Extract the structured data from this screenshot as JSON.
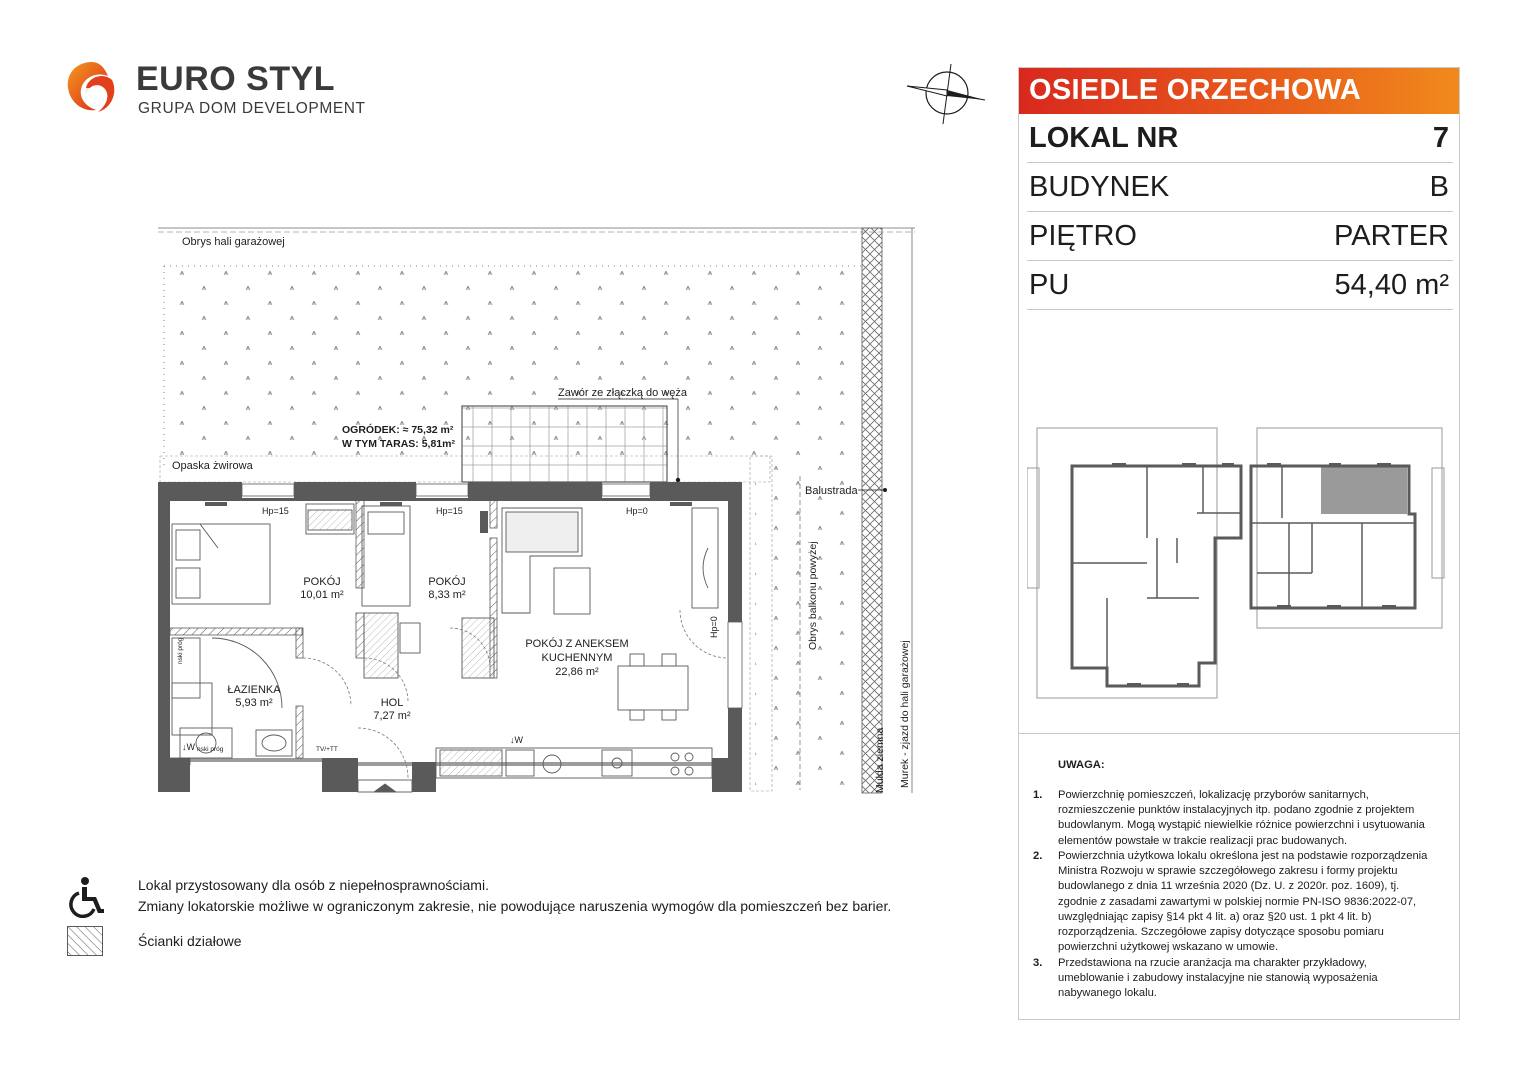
{
  "brand": {
    "name": "EURO STYL",
    "subtitle": "GRUPA DOM DEVELOPMENT"
  },
  "colors": {
    "banner_start": "#d8281e",
    "banner_end": "#f08a1c",
    "wall": "#5a5a5a",
    "highlight_unit": "#9a9a9a"
  },
  "info": {
    "project": "OSIEDLE ORZECHOWA",
    "rows": [
      {
        "label": "LOKAL NR",
        "value": "7"
      },
      {
        "label": "BUDYNEK",
        "value": "B"
      },
      {
        "label": "PIĘTRO",
        "value": "PARTER"
      },
      {
        "label": "PU",
        "value": "54,40 m²"
      }
    ]
  },
  "notes": {
    "heading": "UWAGA:",
    "items": [
      {
        "num": "1.",
        "lines": [
          "Powierzchnię pomieszczeń, lokalizację przyborów sanitarnych,",
          "rozmieszczenie punktów instalacyjnych itp. podano zgodnie z projektem",
          "budowlanym. Mogą wystąpić niewielkie różnice powierzchni i usytuowania",
          "elementów powstałe w trakcie realizacji prac budowanych."
        ]
      },
      {
        "num": "2.",
        "lines": [
          "Powierzchnia użytkowa lokalu określona jest na podstawie rozporządzenia",
          "Ministra Rozwoju w sprawie szczegółowego zakresu i formy projektu",
          "budowlanego z dnia 11 września 2020 (Dz. U. z 2020r. poz. 1609), tj.",
          "zgodnie z zasadami zawartymi w polskiej normie PN-ISO 9836:2022-07,",
          "uwzględniając zapisy §14 pkt 4 lit. a) oraz §20 ust. 1 pkt 4 lit. b)",
          "rozporządzenia. Szczegółowe zapisy dotyczące sposobu pomiaru",
          "powierzchni użytkowej wskazano w umowie."
        ]
      },
      {
        "num": "3.",
        "lines": [
          "Przedstawiona na rzucie aranżacja ma charakter przykładowy,",
          "umeblowanie i zabudowy instalacyjne nie stanowią wyposażenia",
          "nabywanego lokalu."
        ]
      }
    ]
  },
  "plan": {
    "garage_outline": "Obrys hali garażowej",
    "valve": "Zawór ze złączką do węża",
    "garden_line1": "OGRÓDEK: ≈ 75,32 m²",
    "garden_line2": "W TYM TARAS: 5,81m²",
    "gravel": "Opaska żwirowa",
    "balustrade": "Balustrada",
    "balcony_outline": "Obrys balkonu powyżej",
    "ditch": "Mulda ziemna",
    "wall_driveway": "Murek - zjazd do hali garażowej",
    "hp_labels": [
      "Hp=15",
      "Hp=15",
      "Hp=0",
      "Hp=0"
    ],
    "rooms": [
      {
        "name": "POKÓJ",
        "area": "10,01 m²"
      },
      {
        "name": "POKÓJ",
        "area": "8,33 m²"
      },
      {
        "name_line1": "POKÓJ Z ANEKSEM",
        "name_line2": "KUCHENNYM",
        "area": "22,86 m²"
      },
      {
        "name": "ŁAZIENKA",
        "area": "5,93 m²"
      },
      {
        "name": "HOL",
        "area": "7,27 m²"
      }
    ],
    "small_labels": {
      "w1": "↓W",
      "w2": "↓W",
      "no_threshold_1": "nski próg",
      "no_threshold_2": "nski próg",
      "tvtt": "TV/+TT"
    }
  },
  "legend": {
    "accessible_line1": "Lokal przystosowany dla osób z niepełnosprawnościami.",
    "accessible_line2": "Zmiany lokatorskie możliwe w ograniczonym zakresie, nie powodujące naruszenia wymogów dla pomieszczeń bez barier.",
    "partition_label": "Ścianki działowe"
  }
}
